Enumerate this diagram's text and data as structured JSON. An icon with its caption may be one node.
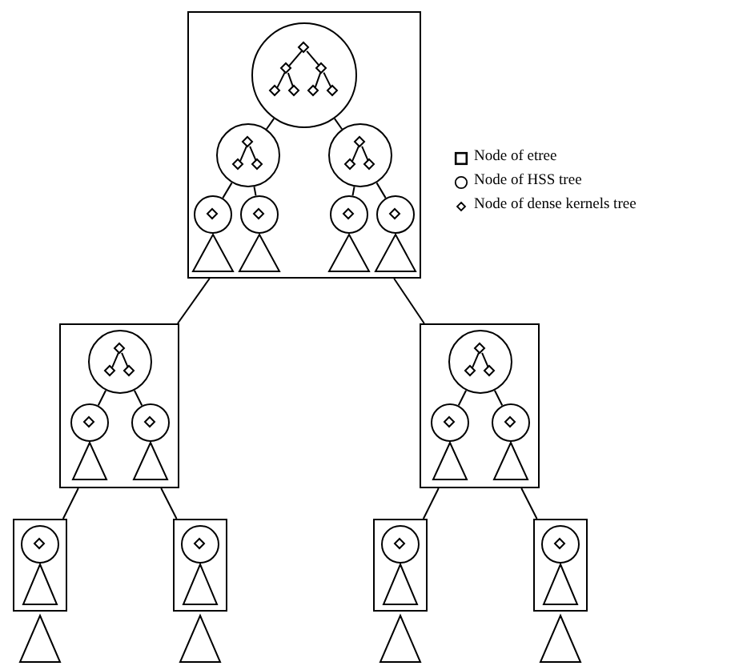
{
  "diagram": {
    "nodes": [
      {
        "text": [],
        "shape": "box"
      },
      {
        "text": [],
        "shape": "circle",
        "in": 0
      },
      {
        "text": [],
        "shape": "diamond",
        "in": 1
      },
      {
        "text": [],
        "shape": "diamond",
        "in": 1
      },
      {
        "text": [],
        "shape": "diamond",
        "in": 1
      },
      {
        "text": [],
        "shape": "diamond",
        "in": 1
      },
      {
        "text": [],
        "shape": "diamond",
        "in": 1
      },
      {
        "text": [],
        "shape": "diamond",
        "in": 1
      },
      {
        "text": [],
        "shape": "diamond",
        "in": 1
      },
      {
        "text": [],
        "shape": "circle",
        "in": 0
      },
      {
        "text": [],
        "shape": "diamond",
        "in": 9
      },
      {
        "text": [],
        "shape": "diamond",
        "in": 9
      },
      {
        "text": [],
        "shape": "diamond",
        "in": 9
      },
      {
        "text": [],
        "shape": "circle",
        "in": 0
      },
      {
        "text": [],
        "shape": "diamond",
        "in": 13
      },
      {
        "text": [],
        "shape": "diamond",
        "in": 13
      },
      {
        "text": [],
        "shape": "diamond",
        "in": 13
      },
      {
        "text": [],
        "shape": "circle",
        "in": 0
      },
      {
        "text": [],
        "shape": "diamond",
        "in": 17
      },
      {
        "text": [],
        "shape": "circle",
        "in": 0
      },
      {
        "text": [],
        "shape": "diamond",
        "in": 19
      },
      {
        "text": [],
        "shape": "circle",
        "in": 0
      },
      {
        "text": [],
        "shape": "diamond",
        "in": 21
      },
      {
        "text": [],
        "shape": "circle",
        "in": 0
      },
      {
        "text": [],
        "shape": "diamond",
        "in": 23
      },
      {
        "text": [],
        "shape": "triangle",
        "in": 0
      },
      {
        "text": [],
        "shape": "triangle",
        "in": 0
      },
      {
        "text": [],
        "shape": "triangle",
        "in": 0
      },
      {
        "text": [],
        "shape": "triangle",
        "in": 0
      },
      {
        "text": [],
        "shape": "box"
      },
      {
        "text": [],
        "shape": "circle",
        "in": 29
      },
      {
        "text": [],
        "shape": "diamond",
        "in": 30
      },
      {
        "text": [],
        "shape": "diamond",
        "in": 30
      },
      {
        "text": [],
        "shape": "diamond",
        "in": 30
      },
      {
        "text": [],
        "shape": "circle",
        "in": 29
      },
      {
        "text": [],
        "shape": "diamond",
        "in": 34
      },
      {
        "text": [],
        "shape": "circle",
        "in": 29
      },
      {
        "text": [],
        "shape": "diamond",
        "in": 36
      },
      {
        "text": [],
        "shape": "triangle",
        "in": 29
      },
      {
        "text": [],
        "shape": "triangle",
        "in": 29
      },
      {
        "text": [],
        "shape": "box"
      },
      {
        "text": [],
        "shape": "circle",
        "in": 40
      },
      {
        "text": [],
        "shape": "diamond",
        "in": 41
      },
      {
        "text": [],
        "shape": "diamond",
        "in": 41
      },
      {
        "text": [],
        "shape": "diamond",
        "in": 41
      },
      {
        "text": [],
        "shape": "circle",
        "in": 40
      },
      {
        "text": [],
        "shape": "diamond",
        "in": 45
      },
      {
        "text": [],
        "shape": "circle",
        "in": 40
      },
      {
        "text": [],
        "shape": "diamond",
        "in": 47
      },
      {
        "text": [],
        "shape": "triangle",
        "in": 40
      },
      {
        "text": [],
        "shape": "triangle",
        "in": 40
      },
      {
        "text": [],
        "shape": "box"
      },
      {
        "text": [],
        "shape": "circle",
        "in": 51
      },
      {
        "text": [],
        "shape": "diamond",
        "in": 52
      },
      {
        "text": [],
        "shape": "triangle",
        "in": 51
      },
      {
        "text": [],
        "shape": "box"
      },
      {
        "text": [],
        "shape": "circle",
        "in": 55
      },
      {
        "text": [],
        "shape": "diamond",
        "in": 56
      },
      {
        "text": [],
        "shape": "triangle",
        "in": 55
      },
      {
        "text": [],
        "shape": "box"
      },
      {
        "text": [],
        "shape": "circle",
        "in": 59
      },
      {
        "text": [],
        "shape": "diamond",
        "in": 60
      },
      {
        "text": [],
        "shape": "triangle",
        "in": 59
      },
      {
        "text": [],
        "shape": "box"
      },
      {
        "text": [],
        "shape": "circle",
        "in": 63
      },
      {
        "text": [],
        "shape": "diamond",
        "in": 64
      },
      {
        "text": [],
        "shape": "triangle",
        "in": 63
      },
      {
        "text": [],
        "shape": "triangle"
      },
      {
        "text": [],
        "shape": "triangle"
      },
      {
        "text": [],
        "shape": "triangle"
      },
      {
        "text": [],
        "shape": "triangle"
      }
    ],
    "edges": [
      {
        "from": 2,
        "to": 3,
        "arrow": "none"
      },
      {
        "from": 2,
        "to": 4,
        "arrow": "none"
      },
      {
        "from": 3,
        "to": 5,
        "arrow": "none"
      },
      {
        "from": 3,
        "to": 6,
        "arrow": "none"
      },
      {
        "from": 4,
        "to": 7,
        "arrow": "none"
      },
      {
        "from": 4,
        "to": 8,
        "arrow": "none"
      },
      {
        "from": 10,
        "to": 11,
        "arrow": "none"
      },
      {
        "from": 10,
        "to": 12,
        "arrow": "none"
      },
      {
        "from": 14,
        "to": 15,
        "arrow": "none"
      },
      {
        "from": 14,
        "to": 16,
        "arrow": "none"
      },
      {
        "from": 1,
        "to": 9,
        "arrow": "none"
      },
      {
        "from": 1,
        "to": 13,
        "arrow": "none"
      },
      {
        "from": 9,
        "to": 17,
        "arrow": "none"
      },
      {
        "from": 9,
        "to": 19,
        "arrow": "none"
      },
      {
        "from": 13,
        "to": 21,
        "arrow": "none"
      },
      {
        "from": 13,
        "to": 23,
        "arrow": "none"
      },
      {
        "from": 0,
        "to": 29,
        "arrow": "none"
      },
      {
        "from": 0,
        "to": 40,
        "arrow": "none"
      },
      {
        "from": 31,
        "to": 32,
        "arrow": "none"
      },
      {
        "from": 31,
        "to": 33,
        "arrow": "none"
      },
      {
        "from": 30,
        "to": 34,
        "arrow": "none"
      },
      {
        "from": 30,
        "to": 36,
        "arrow": "none"
      },
      {
        "from": 42,
        "to": 43,
        "arrow": "none"
      },
      {
        "from": 42,
        "to": 44,
        "arrow": "none"
      },
      {
        "from": 41,
        "to": 45,
        "arrow": "none"
      },
      {
        "from": 41,
        "to": 47,
        "arrow": "none"
      },
      {
        "from": 29,
        "to": 51,
        "arrow": "none"
      },
      {
        "from": 29,
        "to": 55,
        "arrow": "none"
      },
      {
        "from": 40,
        "to": 59,
        "arrow": "none"
      },
      {
        "from": 40,
        "to": 63,
        "arrow": "none"
      }
    ],
    "legend": [
      {
        "text": "Node of etree"
      },
      {
        "text": "Node of HSS tree"
      },
      {
        "text": "Node of dense kernels tree"
      }
    ]
  }
}
